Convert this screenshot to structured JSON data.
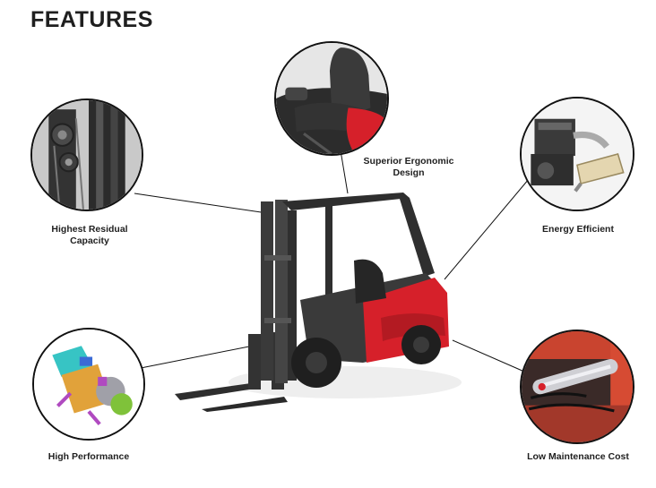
{
  "page": {
    "title": "FEATURES"
  },
  "features": [
    {
      "line1": "Highest Residual",
      "line2": "Capacity"
    },
    {
      "line1": "Superior Ergonomic",
      "line2": "Design"
    },
    {
      "line1": "Energy Efficient",
      "line2": ""
    },
    {
      "line1": "High Performance",
      "line2": ""
    },
    {
      "line1": "Low Maintenance Cost",
      "line2": ""
    }
  ],
  "colors": {
    "accent_red": "#d6202a",
    "dark": "#2a2a2a",
    "outline": "#111111"
  },
  "icons": [
    "mast-detail-image",
    "operator-seat-image",
    "engine-image",
    "transmission-image",
    "hydraulic-cylinder-image",
    "forklift-image"
  ]
}
